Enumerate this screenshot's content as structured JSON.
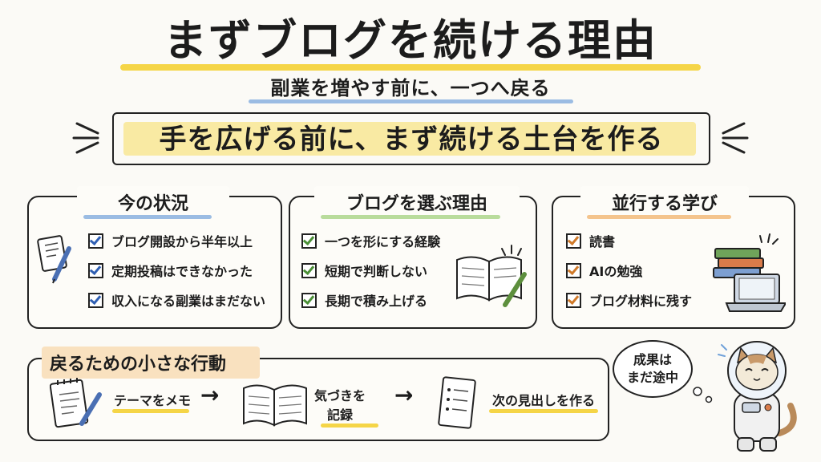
{
  "title": "まずブログを続ける理由",
  "subtitle": "副業を増やす前に、一つへ戻る",
  "banner": "手を広げる前に、まず続ける土台を作る",
  "panels": [
    {
      "heading": "今の状況",
      "accent": "#9bbce3",
      "check_color": "#2f5fb3",
      "items": [
        "ブログ開設から半年以上",
        "定期投稿はできなかった",
        "収入になる副業はまだない"
      ]
    },
    {
      "heading": "ブログを選ぶ理由",
      "accent": "#b9dc9c",
      "check_color": "#4a8f36",
      "items": [
        "一つを形にする経験",
        "短期で判断しない",
        "長期で積み上げる"
      ]
    },
    {
      "heading": "並行する学び",
      "accent": "#f4c48d",
      "check_color": "#d07a2a",
      "items": [
        "読書",
        "AIの勉強",
        "ブログ材料に残す"
      ]
    }
  ],
  "action": {
    "heading": "戻るための小さな行動",
    "accent": "#f4c48d",
    "steps": [
      {
        "label": "テーマをメモ",
        "icon": "notepad-pen-icon",
        "underline": "#f5d547"
      },
      {
        "label_line1": "気づきを",
        "label_line2": "記録",
        "icon": "open-book-icon",
        "underline": "#f5d547"
      },
      {
        "label": "次の見出しを作る",
        "icon": "checklist-icon",
        "underline": "#f5d547"
      }
    ],
    "arrow": "→"
  },
  "mascot": {
    "bubble_line1": "成果は",
    "bubble_line2": "まだ途中",
    "icon": "astronaut-cat-icon"
  }
}
